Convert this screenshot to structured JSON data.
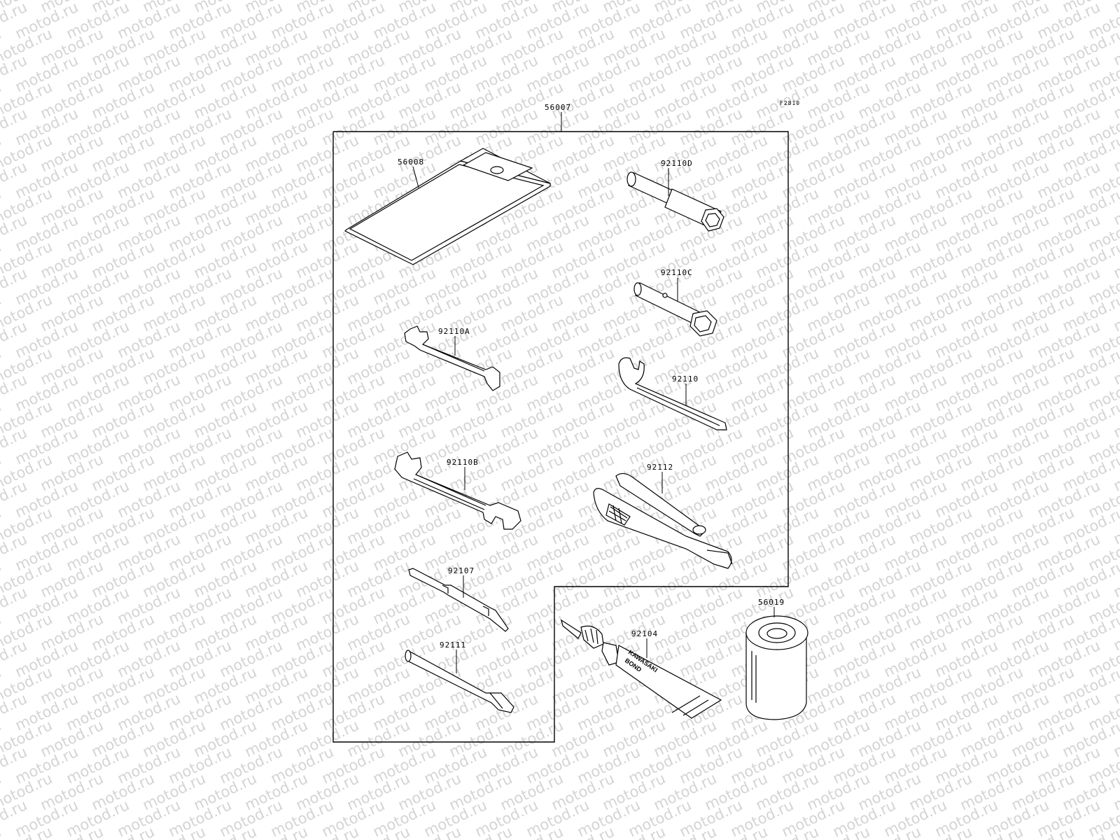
{
  "watermark": {
    "text": "motod.ru",
    "color": "#d4d4d4"
  },
  "diagram": {
    "figure_code": "F2810",
    "kit": {
      "label": "56007"
    },
    "parts": [
      {
        "id": "56008",
        "label": "56008",
        "icon": "tool-pouch-icon"
      },
      {
        "id": "92110D",
        "label": "92110D",
        "icon": "plug-socket-wrench-icon"
      },
      {
        "id": "92110C",
        "label": "92110C",
        "icon": "box-wrench-icon"
      },
      {
        "id": "92110A",
        "label": "92110A",
        "icon": "open-end-wrench-small-icon"
      },
      {
        "id": "92110",
        "label": "92110",
        "icon": "hook-spanner-icon"
      },
      {
        "id": "92110B",
        "label": "92110B",
        "icon": "open-end-wrench-large-icon"
      },
      {
        "id": "92112",
        "label": "92112",
        "icon": "pliers-icon"
      },
      {
        "id": "92107",
        "label": "92107",
        "icon": "screwdriver-icon"
      },
      {
        "id": "92111",
        "label": "92111",
        "icon": "handle-icon"
      },
      {
        "id": "92104",
        "label": "92104",
        "icon": "sealant-tube-icon"
      },
      {
        "id": "56019",
        "label": "56019",
        "icon": "bearing-grease-can-icon"
      }
    ],
    "tube_text": [
      "KAWASAKI",
      "BOND"
    ]
  }
}
